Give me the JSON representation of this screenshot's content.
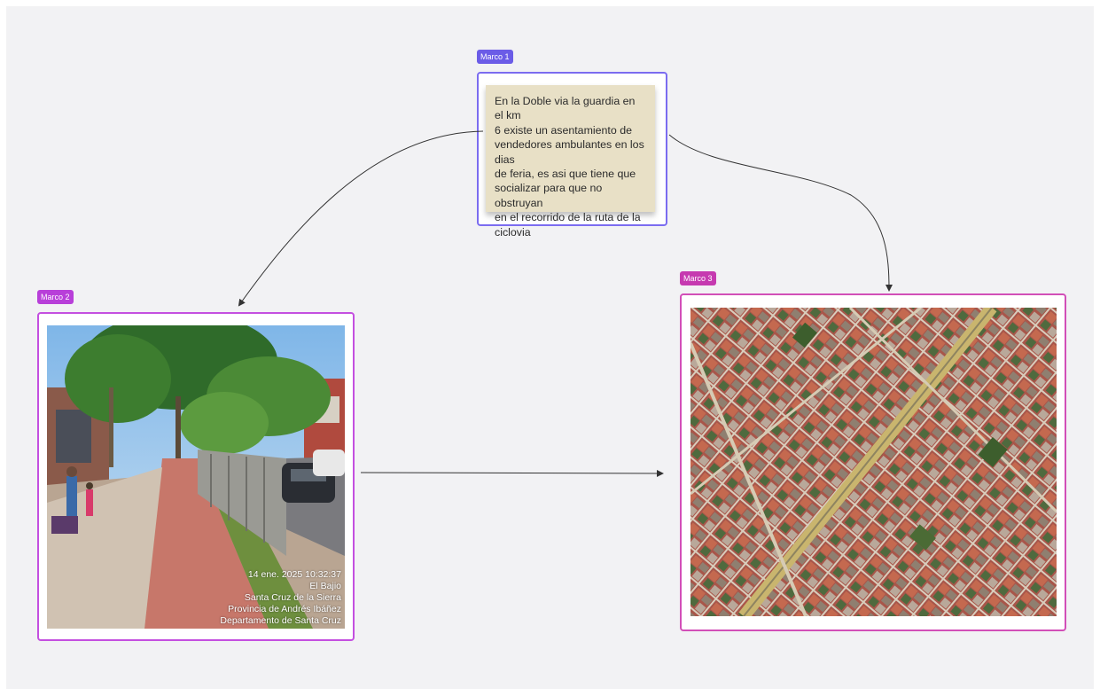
{
  "frames": {
    "frame1": {
      "label": "Marco 1"
    },
    "frame2": {
      "label": "Marco 2"
    },
    "frame3": {
      "label": "Marco 3"
    }
  },
  "sticky_note": {
    "lines": [
      "En la Doble via la guardia en el km",
      "6 existe un asentamiento de",
      "vendedores ambulantes en los dias",
      "de feria, es asi que tiene que",
      "socializar para que  no obstruyan",
      "en el recorrido de la ruta de la",
      "ciclovia"
    ]
  },
  "photo": {
    "stamp_lines": [
      "14 ene. 2025 10:32:37",
      "El Bajio",
      "Santa Cruz de la Sierra",
      "Provincia de Andrés Ibáñez",
      "Departamento de Santa Cruz"
    ]
  },
  "colors": {
    "frame1": "#7b6cf0",
    "frame2": "#c44fe0",
    "frame3": "#d24fb8",
    "sticky": "#e8e0c6",
    "connector": "#333333"
  }
}
